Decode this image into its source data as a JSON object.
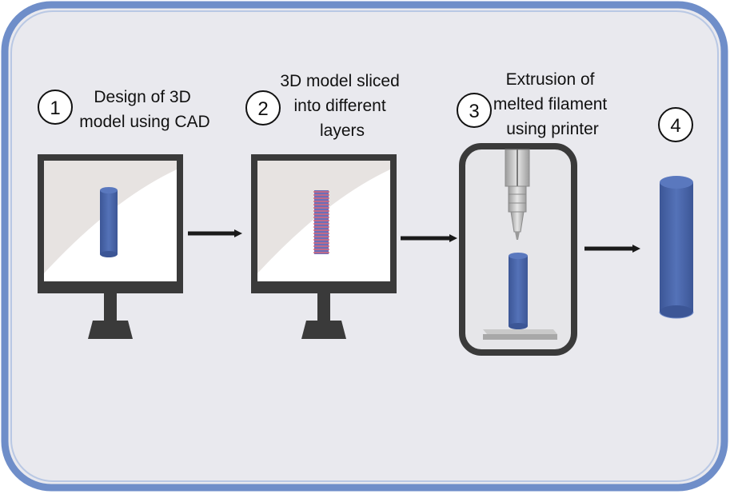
{
  "steps": [
    {
      "number": "1",
      "caption": [
        "Design of 3D",
        "model using CAD"
      ]
    },
    {
      "number": "2",
      "caption": [
        "3D model sliced",
        "into different",
        "layers"
      ]
    },
    {
      "number": "3",
      "caption": [
        "Extrusion of",
        "melted filament",
        "using printer"
      ]
    },
    {
      "number": "4",
      "caption": []
    }
  ],
  "colors": {
    "panel_fill": "#e9e9ee",
    "panel_border": "#6f8ec9",
    "cylinder": "#4763a8",
    "slice_line": "#d9697a",
    "monitor_frame": "#3a3a3a",
    "arrow": "#1a1a1a"
  }
}
